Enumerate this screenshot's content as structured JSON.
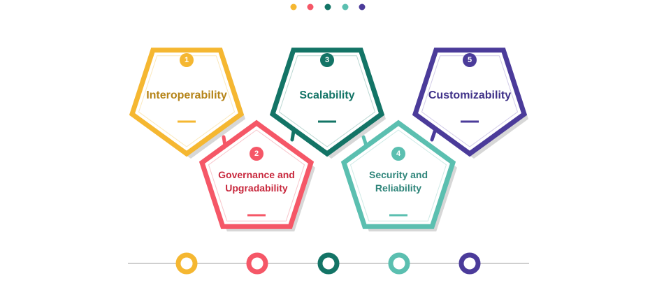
{
  "top_dots": [
    {
      "color": "#f5b731"
    },
    {
      "color": "#f55767"
    },
    {
      "color": "#137466"
    },
    {
      "color": "#5bbfb0"
    },
    {
      "color": "#4b3b9a"
    }
  ],
  "steps": [
    {
      "number": "1",
      "label": "Interoperability",
      "color": "#f5b731",
      "text_color": "#b58418",
      "inner": "#fbe9bd"
    },
    {
      "number": "2",
      "label": "Governance and\nUpgradability",
      "color": "#f55767",
      "text_color": "#c8283d",
      "inner": "#f8c6cb"
    },
    {
      "number": "3",
      "label": "Scalability",
      "color": "#137466",
      "text_color": "#137466",
      "inner": "#bcd8d3"
    },
    {
      "number": "4",
      "label": "Security and\nReliability",
      "color": "#5bbfb0",
      "text_color": "#2f857a",
      "inner": "#cfeae6"
    },
    {
      "number": "5",
      "label": "Customizability",
      "color": "#4b3b9a",
      "text_color": "#3e3088",
      "inner": "#d2cce8"
    }
  ],
  "colors": {
    "timeline": "#cfcfcf",
    "shadow": "#d7d7d7"
  }
}
